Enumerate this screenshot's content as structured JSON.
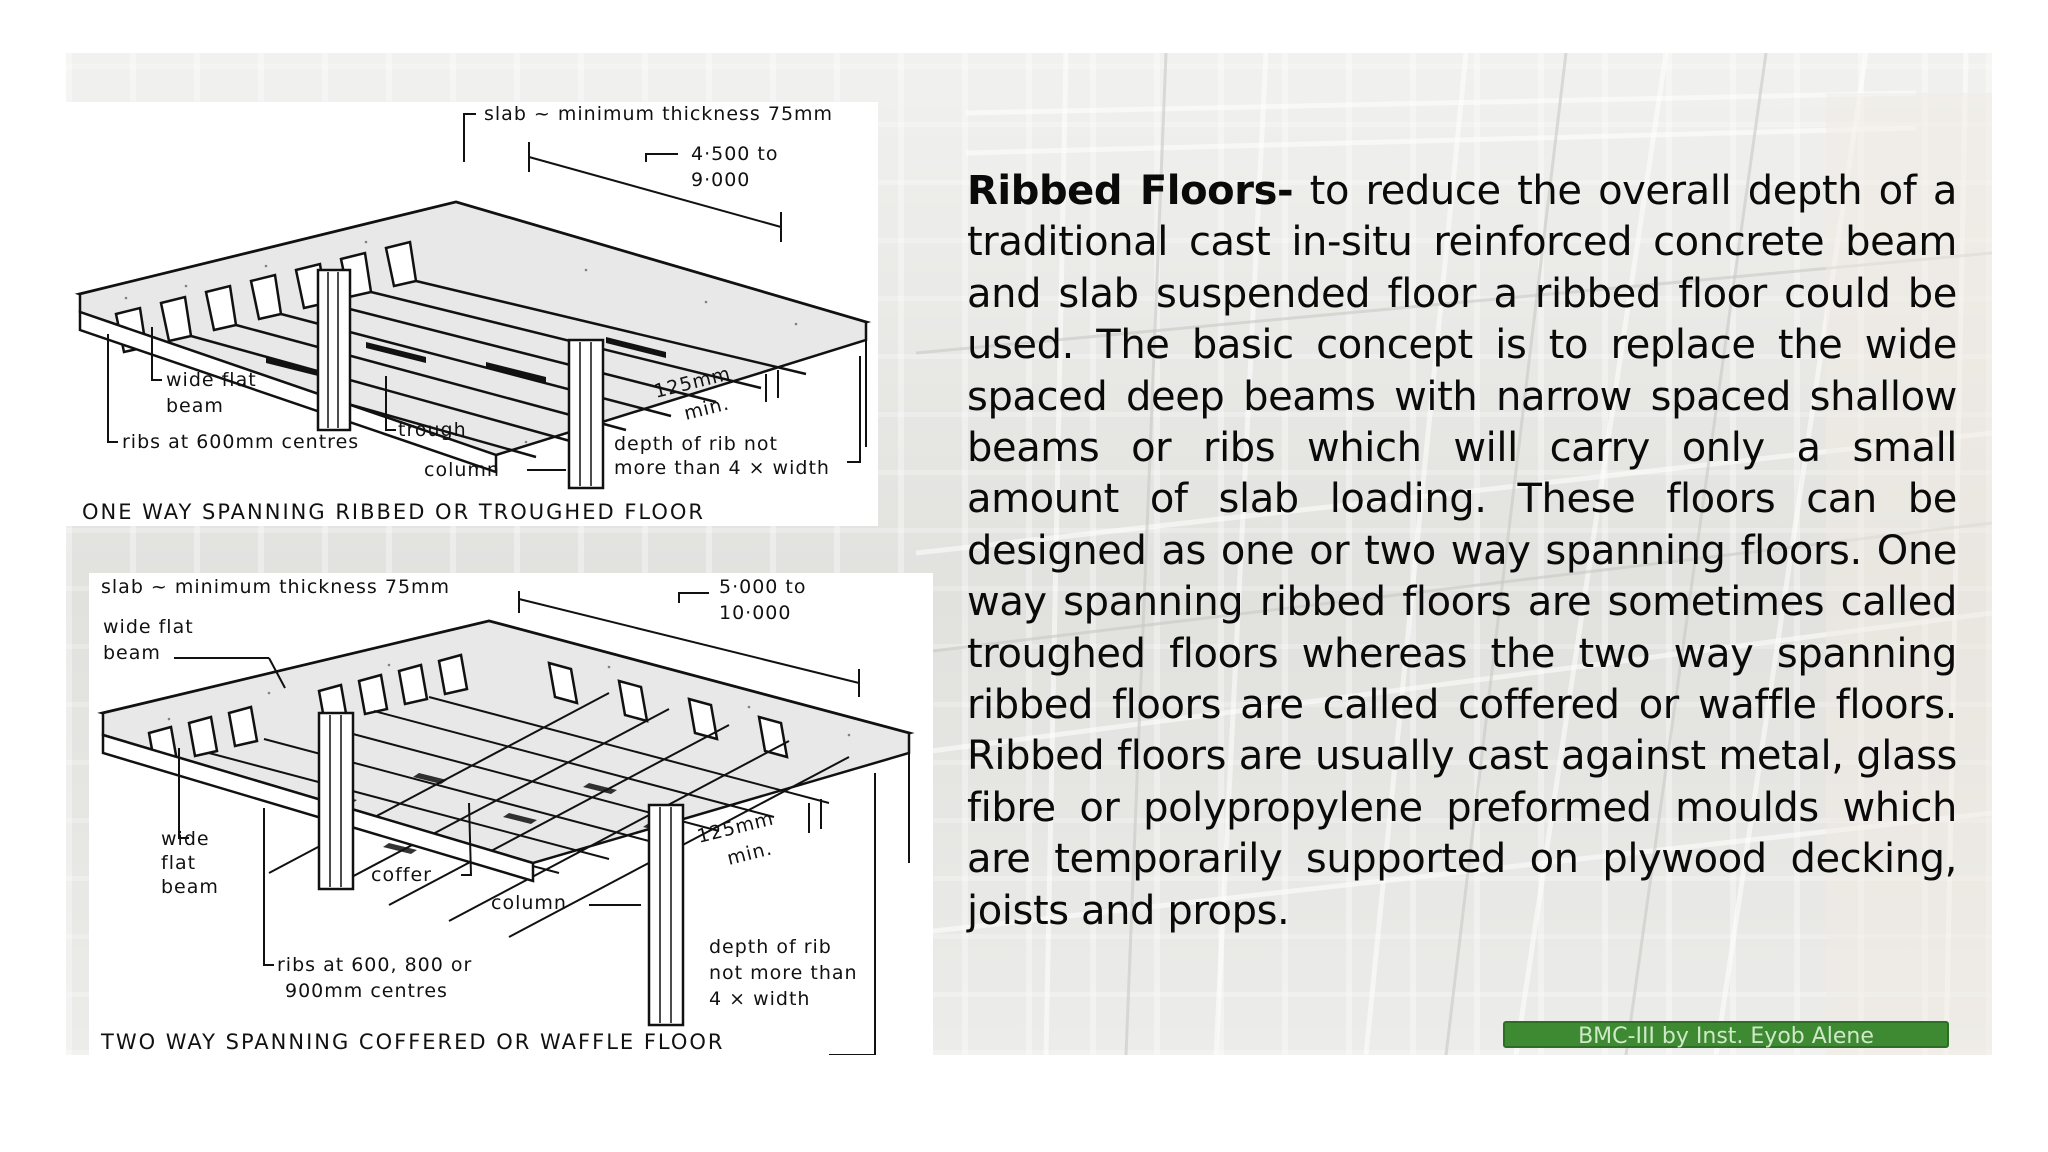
{
  "slide": {
    "heading": "Ribbed Floors-",
    "body": " to reduce the overall depth of a traditional cast in-situ reinforced concrete beam and slab suspended floor a ribbed floor could be used. The basic concept is to replace the wide spaced deep beams with narrow spaced shallow beams or ribs which will carry only a small amount of slab loading. These floors can be designed as one or two way spanning floors. One way spanning ribbed floors are sometimes called troughed floors whereas the two way spanning ribbed floors are called coffered or waffle floors. Ribbed floors are usually cast against metal, glass fibre or polypropylene preformed moulds which are temporarily supported on plywood decking, joists and props.",
    "footer": "BMC-III by Inst. Eyob Alene"
  },
  "figure_one_way": {
    "caption": "ONE WAY SPANNING RIBBED OR TROUGHED FLOOR",
    "slab_label": "slab ~ minimum thickness 75mm",
    "span_top": "4·500 to",
    "span_bottom": "9·000",
    "beam_label_1": "wide flat",
    "beam_label_2": "beam",
    "ribs_label": "ribs at 600mm centres",
    "trough_label": "trough",
    "column_label": "column",
    "rib_width_1": "125mm",
    "rib_width_2": "min.",
    "depth_label_1": "depth of rib not",
    "depth_label_2": "more than 4 × width"
  },
  "figure_two_way": {
    "caption": "TWO WAY SPANNING COFFERED OR WAFFLE FLOOR",
    "slab_label": "slab ~ minimum thickness 75mm",
    "span_top": "5·000 to",
    "span_bottom": "10·000",
    "beam_top_1": "wide flat",
    "beam_top_2": "beam",
    "beam_left_1": "wide",
    "beam_left_2": "flat",
    "beam_left_3": "beam",
    "coffer_label": "coffer",
    "column_label": "column",
    "ribs_label_1": "ribs at 600, 800 or",
    "ribs_label_2": "900mm centres",
    "rib_width_1": "125mm",
    "rib_width_2": "min.",
    "depth_label_1": "depth of rib",
    "depth_label_2": "not more than",
    "depth_label_3": "4 × width"
  },
  "colors": {
    "footer_bg": "#3d8a32",
    "footer_text": "#cfe8c8",
    "text": "#0a0a0a"
  }
}
